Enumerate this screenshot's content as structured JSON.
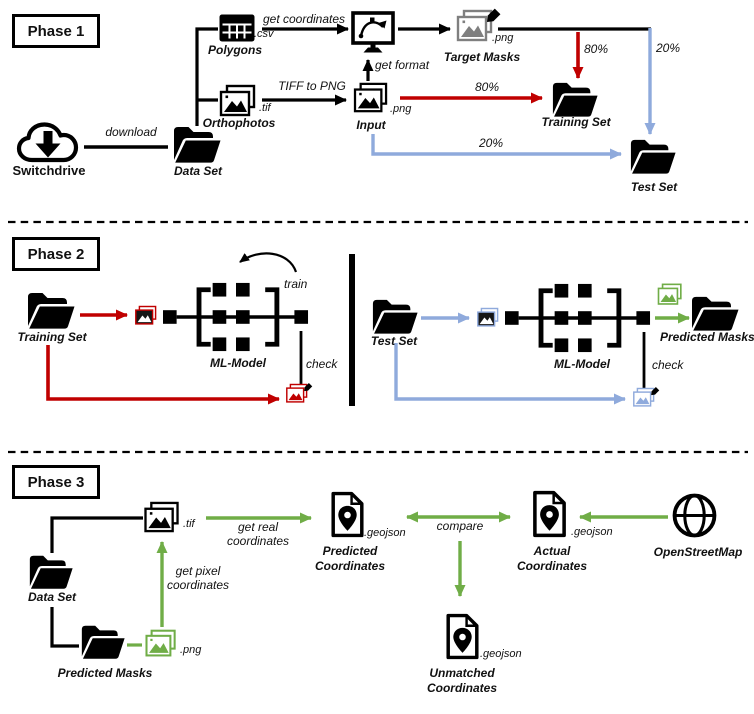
{
  "colors": {
    "red": "#C00000",
    "blue": "#8FAADC",
    "green": "#70AD47",
    "gray": "#7f7f7f",
    "black": "#000000"
  },
  "phase1": {
    "title": "Phase 1",
    "switchdrive": "Switchdrive",
    "download": "download",
    "data_set": "Data Set",
    "polygons": "Polygons",
    "csv": ".csv",
    "get_coordinates": "get coordinates",
    "orthophotos": "Orthophotos",
    "tif": ".tif",
    "tiff_to_png": "TIFF to PNG",
    "target_masks": "Target Masks",
    "target_png": ".png",
    "input": "Input",
    "input_png": ".png",
    "get_format": "get format",
    "pct80_vertical": "80%",
    "pct80_horizontal": "80%",
    "pct20_vertical": "20%",
    "pct20_horizontal": "20%",
    "training_set": "Training Set",
    "test_set": "Test Set"
  },
  "phase2": {
    "title": "Phase 2",
    "left": {
      "training_set": "Training Set",
      "ml_model": "ML-Model",
      "train": "train",
      "check": "check"
    },
    "right": {
      "test_set": "Test Set",
      "ml_model": "ML-Model",
      "check": "check",
      "predicted_masks": "Predicted Masks"
    }
  },
  "phase3": {
    "title": "Phase 3",
    "data_set": "Data Set",
    "predicted_masks": "Predicted Masks",
    "png": ".png",
    "tif": ".tif",
    "get_pixel_coordinates": "get pixel\ncoordinates",
    "get_real_coordinates": "get real\ncoordinates",
    "predicted_coordinates": "Predicted\nCoordinates",
    "predicted_geojson": ".geojson",
    "compare": "compare",
    "actual_coordinates": "Actual\nCoordinates",
    "actual_geojson": ".geojson",
    "openstreetmap": "OpenStreetMap",
    "unmatched_coordinates": "Unmatched\nCoordinates",
    "unmatched_geojson": ".geojson"
  }
}
